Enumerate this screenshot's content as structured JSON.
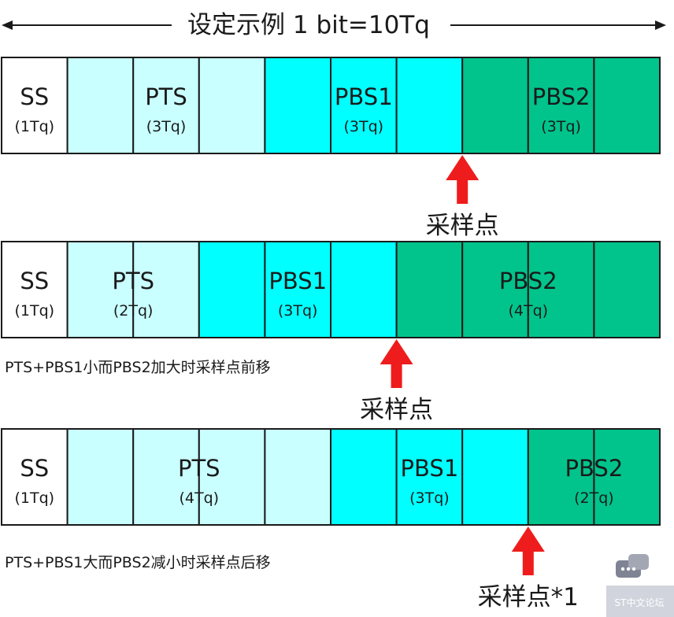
{
  "title": "设定示例 1 bit=10Tq",
  "colors": {
    "ss": "#ffffff",
    "pts": "#c9ffff",
    "pbs1": "#00ffff",
    "pbs2": "#00c48c",
    "border": "#1a1a1a",
    "arrow": "#ee1c1c"
  },
  "rows": [
    {
      "segments": [
        {
          "key": "ss",
          "name": "SS",
          "tq_label": "(1Tq)",
          "tq": 1
        },
        {
          "key": "pts",
          "name": "PTS",
          "tq_label": "(3Tq)",
          "tq": 3
        },
        {
          "key": "pbs1",
          "name": "PBS1",
          "tq_label": "(3Tq)",
          "tq": 3
        },
        {
          "key": "pbs2",
          "name": "PBS2",
          "tq_label": "(3Tq)",
          "tq": 3
        }
      ],
      "sample_label": "采样点",
      "note": ""
    },
    {
      "segments": [
        {
          "key": "ss",
          "name": "SS",
          "tq_label": "(1Tq)",
          "tq": 1
        },
        {
          "key": "pts",
          "name": "PTS",
          "tq_label": "(2Tq)",
          "tq": 2
        },
        {
          "key": "pbs1",
          "name": "PBS1",
          "tq_label": "(3Tq)",
          "tq": 3
        },
        {
          "key": "pbs2",
          "name": "PBS2",
          "tq_label": "(4Tq)",
          "tq": 4
        }
      ],
      "sample_label": "采样点",
      "note": "PTS+PBS1小而PBS2加大时采样点前移"
    },
    {
      "segments": [
        {
          "key": "ss",
          "name": "SS",
          "tq_label": "(1Tq)",
          "tq": 1
        },
        {
          "key": "pts",
          "name": "PTS",
          "tq_label": "(4Tq)",
          "tq": 4
        },
        {
          "key": "pbs1",
          "name": "PBS1",
          "tq_label": "(3Tq)",
          "tq": 3
        },
        {
          "key": "pbs2",
          "name": "PBS2",
          "tq_label": "(2Tq)",
          "tq": 2
        }
      ],
      "sample_label": "采样点*1",
      "note": "PTS+PBS1大而PBS2减小时采样点后移"
    }
  ],
  "watermark": "ST中文论坛"
}
